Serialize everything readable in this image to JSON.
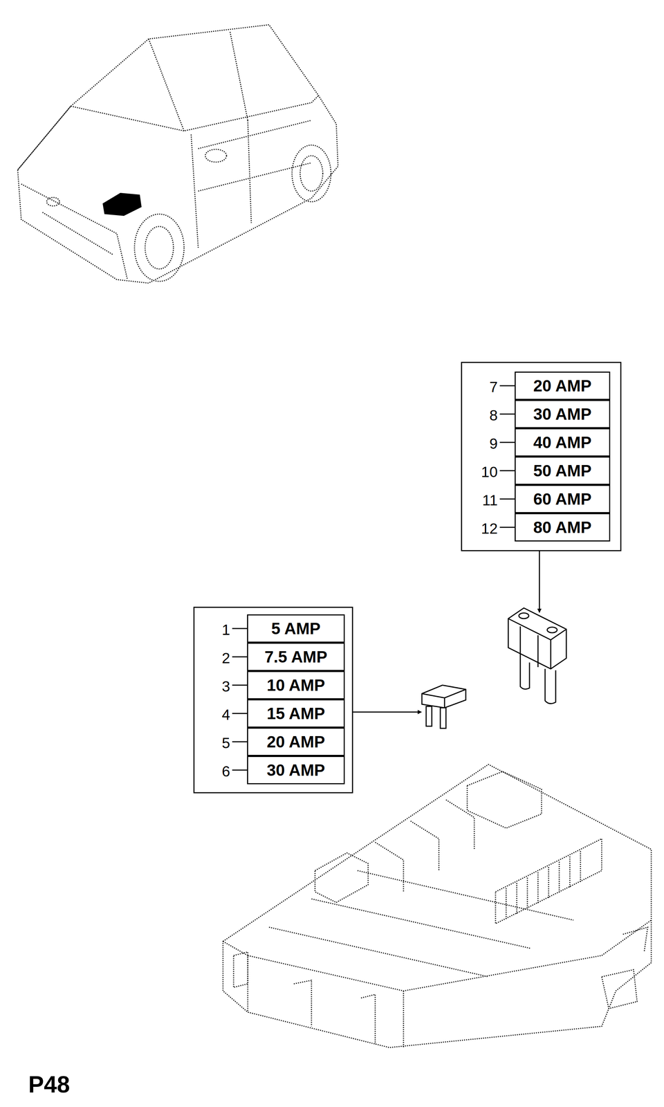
{
  "diagram": {
    "nodes": [
      {
        "text": [
          "20 AMP"
        ]
      },
      {
        "text": [
          "30 AMP"
        ]
      },
      {
        "text": [
          "40 AMP"
        ]
      },
      {
        "text": [
          "50 AMP"
        ]
      },
      {
        "text": [
          "60 AMP"
        ]
      },
      {
        "text": [
          "80 AMP"
        ]
      },
      {
        "text": [
          "5 AMP"
        ]
      },
      {
        "text": [
          "7.5 AMP"
        ]
      },
      {
        "text": [
          "10 AMP"
        ]
      },
      {
        "text": [
          "15 AMP"
        ]
      },
      {
        "text": [
          "20 AMP"
        ]
      },
      {
        "text": [
          "30 AMP"
        ]
      }
    ],
    "labels": [
      "7",
      "8",
      "9",
      "10",
      "11",
      "12",
      "1",
      "2",
      "3",
      "4",
      "5",
      "6",
      "P48"
    ]
  }
}
